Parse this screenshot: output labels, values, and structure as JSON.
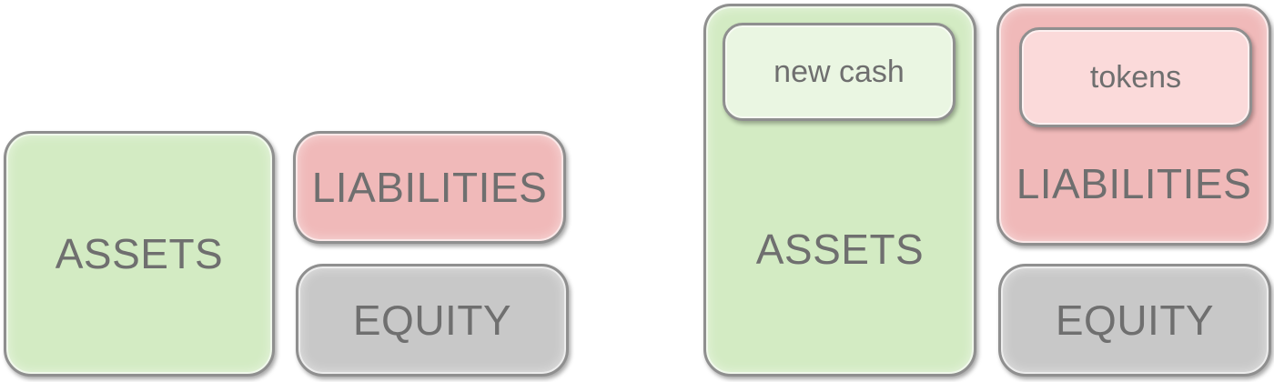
{
  "before": {
    "assets": "ASSETS",
    "liabilities": "LIABILITIES",
    "equity": "EQUITY"
  },
  "after": {
    "assets": "ASSETS",
    "new_cash": "new cash",
    "liabilities": "LIABILITIES",
    "tokens": "tokens",
    "equity": "EQUITY"
  },
  "colors": {
    "assets": "#d3ebc3",
    "liabilities": "#f0b9b9",
    "equity": "#c8c8c8",
    "new_cash": "#eaf6e2",
    "tokens": "#fbdada",
    "text": "#6f6f6f"
  }
}
